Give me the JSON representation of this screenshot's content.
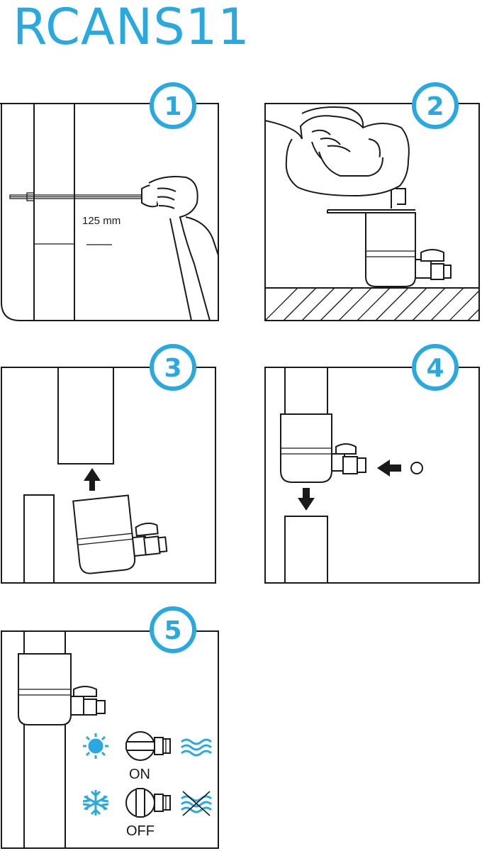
{
  "title": "RCANS11",
  "accent_color": "#29a9e0",
  "steps": [
    {
      "number": "1",
      "measure_label": "125 mm"
    },
    {
      "number": "2"
    },
    {
      "number": "3"
    },
    {
      "number": "4"
    },
    {
      "number": "5",
      "on_label": "ON",
      "off_label": "OFF"
    }
  ],
  "icons": [
    "hand-drill-icon",
    "hand-icon",
    "arrow-up-icon",
    "arrow-down-icon",
    "arrow-left-icon",
    "circle-icon",
    "sun-icon",
    "snowflake-icon",
    "water-waves-icon",
    "water-waves-crossed-icon",
    "valve-on-icon",
    "valve-off-icon"
  ]
}
